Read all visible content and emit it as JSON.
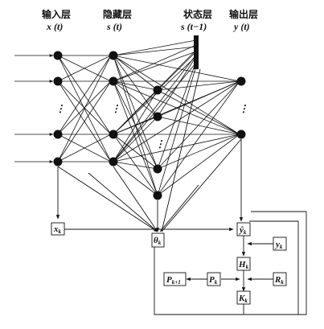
{
  "headers": {
    "input": {
      "title": "输入层",
      "var": "x",
      "arg": "(t)"
    },
    "hidden": {
      "title": "隐藏层",
      "var": "s",
      "arg": "(t)"
    },
    "state": {
      "title": "状态层",
      "var": "s",
      "arg": "(t−1)"
    },
    "output": {
      "title": "输出层",
      "var": "y",
      "arg": "(t)"
    }
  },
  "boxes": {
    "xk": {
      "main": "x",
      "sub": "k"
    },
    "theta": {
      "main": "θ",
      "sub": "k"
    },
    "yhat": {
      "main": "ŷ",
      "sub": "k"
    },
    "yk": {
      "main": "y",
      "sub": "k"
    },
    "hk": {
      "main": "H",
      "sub": "k"
    },
    "pk1": {
      "main": "P",
      "sub": "k+1"
    },
    "pk": {
      "main": "P",
      "sub": "k"
    },
    "rk": {
      "main": "R",
      "sub": "k"
    },
    "kk": {
      "main": "K",
      "sub": "k"
    }
  },
  "ellipsis": "⋮"
}
